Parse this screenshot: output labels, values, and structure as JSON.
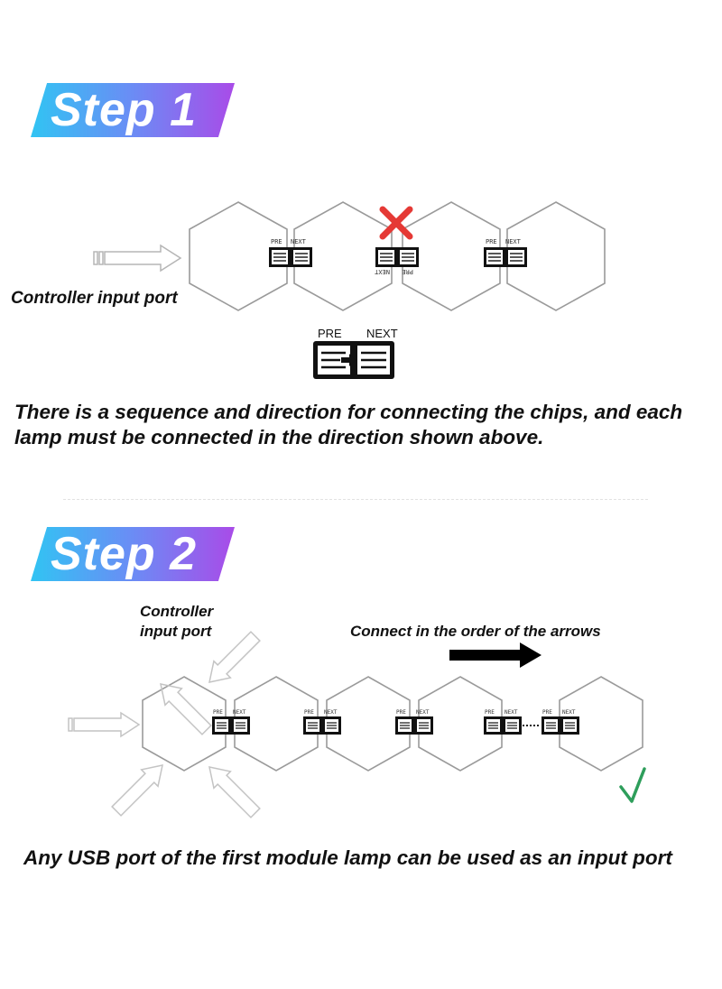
{
  "step1": {
    "badge": "Step 1",
    "controller_label": "Controller input port",
    "chip_pre": "PRE",
    "chip_next": "NEXT",
    "note_line1": "There is a sequence and direction for connecting the chips, and each",
    "note_line2": "lamp must be connected in the direction shown above."
  },
  "step2": {
    "badge": "Step 2",
    "controller_label_line1": "Controller",
    "controller_label_line2": "input port",
    "order_label": "Connect in the order of the arrows",
    "note": "Any USB port of the first module lamp can be used as an input port"
  },
  "colors": {
    "badge_start": "#31c4f3",
    "badge_end": "#a94be8",
    "wrong_mark": "#e53935",
    "check_mark": "#2e9e5b"
  },
  "icons": [
    "cross-mark-icon",
    "check-mark-icon",
    "arrow-right-icon",
    "usb-plug-icon"
  ]
}
